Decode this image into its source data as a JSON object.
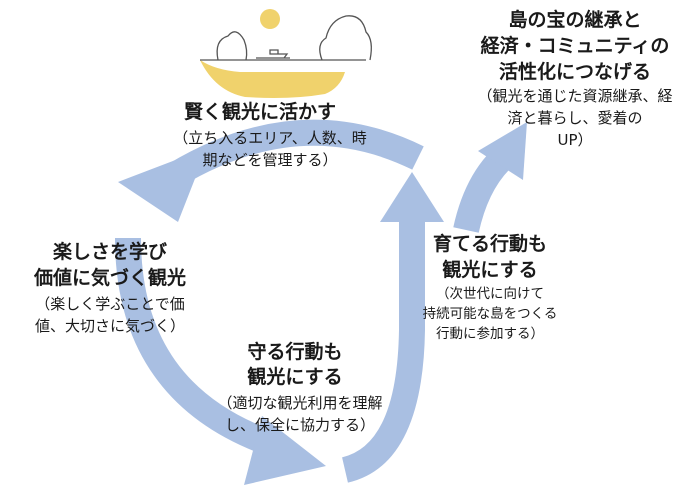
{
  "colors": {
    "arrow": "#a9bfe2",
    "sun": "#f0d26c",
    "sand": "#f0d26c",
    "line": "#555555",
    "text": "#1a1a1a"
  },
  "illustration": {
    "icons": [
      "sun-icon",
      "island-icon",
      "boat-icon",
      "cloud-icon"
    ]
  },
  "nodes": {
    "top": {
      "title": "賢く観光に活かす",
      "desc": [
        "（立ち入るエリア、人数、時",
        "期などを管理する）"
      ]
    },
    "left": {
      "title": [
        "楽しさを学び",
        "価値に気づく観光"
      ],
      "desc": [
        "（楽しく学ぶことで価",
        "値、大切さに気づく）"
      ]
    },
    "bottom": {
      "title": [
        "守る行動も",
        "観光にする"
      ],
      "desc": [
        "（適切な観光利用を理解",
        "し、保全に協力する）"
      ]
    },
    "right": {
      "title": [
        "育てる行動も",
        "観光にする"
      ],
      "desc": [
        "（次世代に向けて",
        "持続可能な島をつくる",
        "行動に参加する）"
      ]
    },
    "goal": {
      "title": [
        "島の宝の継承と",
        "経済・コミュニティの",
        "活性化につなげる"
      ],
      "desc": [
        "（観光を通じた資源継承、経",
        "済と暮らし、愛着の",
        "UP）"
      ]
    }
  }
}
